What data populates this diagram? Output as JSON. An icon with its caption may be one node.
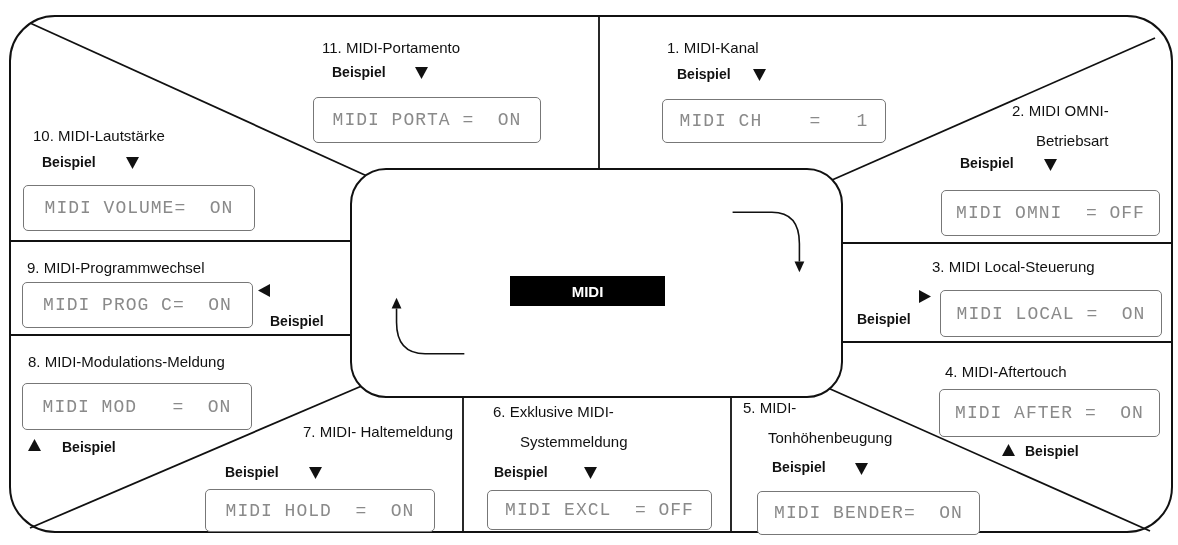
{
  "diagram": {
    "nodes": [
      {
        "text": [],
        "shape": "box"
      },
      {
        "text": [
          "MIDI"
        ],
        "in": 0
      },
      {
        "text": [
          "MIDI CH    =   1"
        ],
        "beside": [
          "1. MIDI-Kanal",
          "Beispiel"
        ]
      },
      {
        "text": [
          "MIDI OMNI  = OFF"
        ],
        "beside": [
          "2. MIDI OMNI- Betriebsart",
          "Beispiel"
        ]
      },
      {
        "text": [
          "MIDI LOCAL =  ON"
        ],
        "beside": [
          "3. MIDI Local-Steuerung",
          "Beispiel"
        ]
      },
      {
        "text": [
          "MIDI AFTER =  ON"
        ],
        "beside": [
          "4. MIDI-Aftertouch",
          "Beispiel"
        ]
      },
      {
        "text": [
          "MIDI BENDER=  ON"
        ],
        "beside": [
          "5. MIDI- Tonhöhenbeugung",
          "Beispiel"
        ]
      },
      {
        "text": [
          "MIDI EXCL  = OFF"
        ],
        "beside": [
          "6. Exklusive MIDI-Systemmeldung",
          "Beispiel"
        ]
      },
      {
        "text": [
          "MIDI HOLD  =  ON"
        ],
        "beside": [
          "7. MIDI- Haltemeldung",
          "Beispiel"
        ]
      },
      {
        "text": [
          "MIDI MOD   =  ON"
        ],
        "beside": [
          "8. MIDI-Modulations-Meldung",
          "Beispiel"
        ]
      },
      {
        "text": [
          "MIDI PROG C=  ON"
        ],
        "beside": [
          "9. MIDI-Programmwechsel",
          "Beispiel"
        ]
      },
      {
        "text": [
          "MIDI VOLUME=  ON"
        ],
        "beside": [
          "10. MIDI-Lautstärke",
          "Beispiel"
        ]
      },
      {
        "text": [
          "MIDI PORTA =  ON"
        ],
        "beside": [
          "11. MIDI-Portamento",
          "Beispiel"
        ]
      }
    ]
  }
}
